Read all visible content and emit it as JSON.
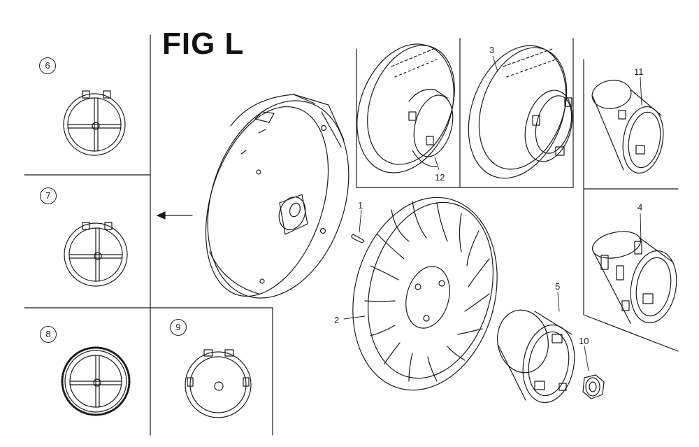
{
  "title": "FIG L",
  "callouts": {
    "c1": "1",
    "c2": "2",
    "c3": "3",
    "c4": "4",
    "c5": "5",
    "c6": "6",
    "c7": "7",
    "c8": "8",
    "c9": "9",
    "c10": "10",
    "c11": "11",
    "c12": "12"
  },
  "colors": {
    "ink": "#1a1a1a",
    "background": "#ffffff"
  }
}
